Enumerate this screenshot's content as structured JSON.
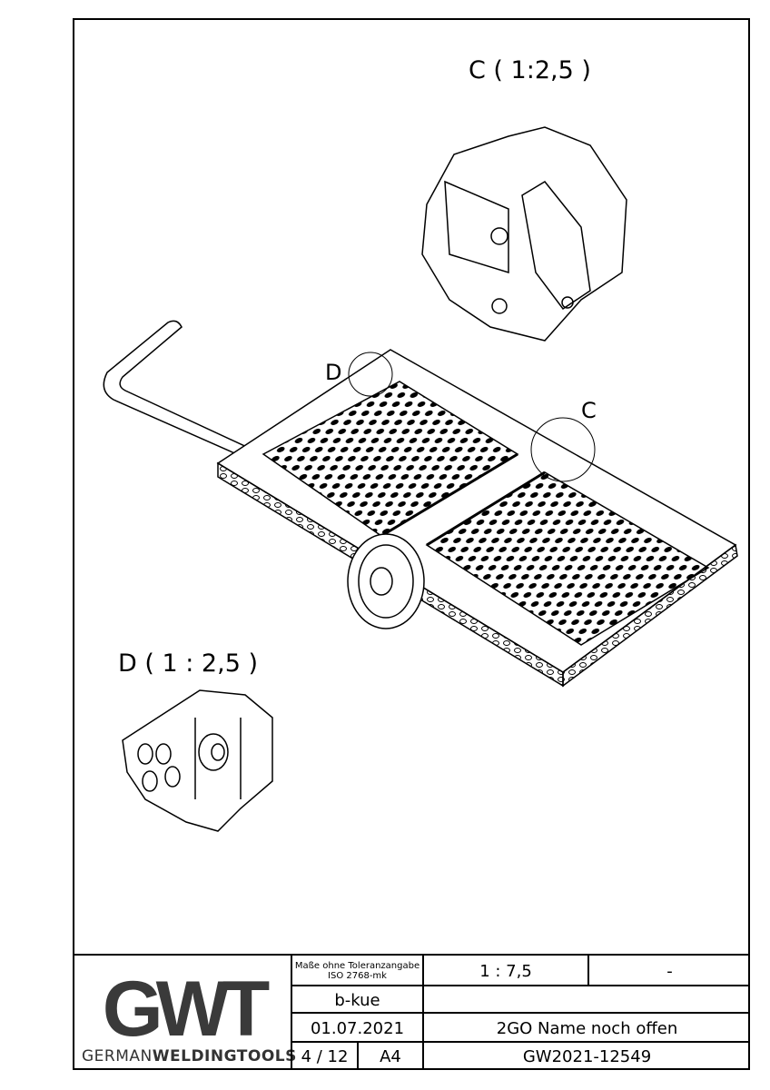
{
  "detail_views": {
    "c_title": "C ( 1:2,5 )",
    "d_title": "D ( 1 : 2,5 )",
    "c_marker": "C",
    "d_marker": "D"
  },
  "title_block": {
    "logo": "GWT",
    "logo_sub_light": "GERMAN",
    "logo_sub_bold": "WELDINGTOOLS",
    "tolerance_line1": "Maße ohne Toleranzangabe",
    "tolerance_line2": "ISO 2768-mk",
    "scale": "1 : 7,5",
    "material": "-",
    "author": "b-kue",
    "date": "01.07.2021",
    "name": "2GO Name noch offen",
    "sheet": "4 / 12",
    "format": "A4",
    "drawing_number": "GW2021-12549"
  }
}
